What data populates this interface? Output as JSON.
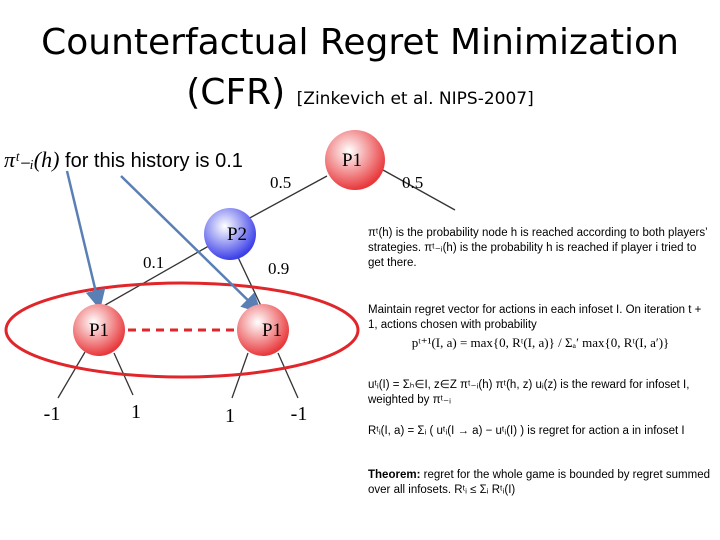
{
  "title": {
    "line1": "Counterfactual Regret Minimization",
    "line2_main": "(CFR)",
    "line2_cite": "[Zinkevich et al. NIPS-2007]"
  },
  "annotation": {
    "symbol": "πᵗ₋ᵢ(h)",
    "text": "for this history is 0.1"
  },
  "tree": {
    "root": {
      "label": "P1"
    },
    "root_edges": {
      "left": "0.5",
      "right": "0.5"
    },
    "p2": {
      "label": "P2"
    },
    "p2_edges": {
      "left": "0.1",
      "right": "0.9"
    },
    "p1_left": {
      "label": "P1"
    },
    "p1_right": {
      "label": "P1"
    },
    "leaves": [
      "-1",
      "1",
      "1",
      "-1"
    ]
  },
  "panel": {
    "para1": "πᵗ(h) is the probability node h is reached according to both players’ strategies. πᵗ₋ᵢ(h) is the probability h is reached if player i tried to get there.",
    "para2": "Maintain regret vector for actions in each infoset I. On iteration t + 1, actions chosen with probability",
    "formula": "pᵗ⁺¹(I, a) = max{0, Rᵗ(I, a)} / Σₐ′ max{0, Rᵗ(I, a′)}",
    "para3": "uᵗᵢ(I) = Σₕ∈I, z∈Z πᵗ₋ᵢ(h) πᵗ(h, z) uᵢ(z) is the reward for infoset I, weighted by πᵗ₋ᵢ",
    "para4": "Rᵗᵢ(I, a) = Σᵢ ( uᵗᵢ(I → a) − uᵗᵢ(I) ) is regret for action a in infoset I",
    "theorem_label": "Theorem:",
    "theorem_text": "regret for the whole game is bounded by regret summed over all infosets. Rᵗᵢ ≤ Σᵢ Rᵗᵢ(I)"
  },
  "colors": {
    "p1_node": "#e8383b",
    "p2_node": "#3b3fe8",
    "infoset_ellipse": "#e0262a",
    "infoset_dash": "#e0262a",
    "arrow": "#5a7fb5",
    "edge": "#333333"
  }
}
